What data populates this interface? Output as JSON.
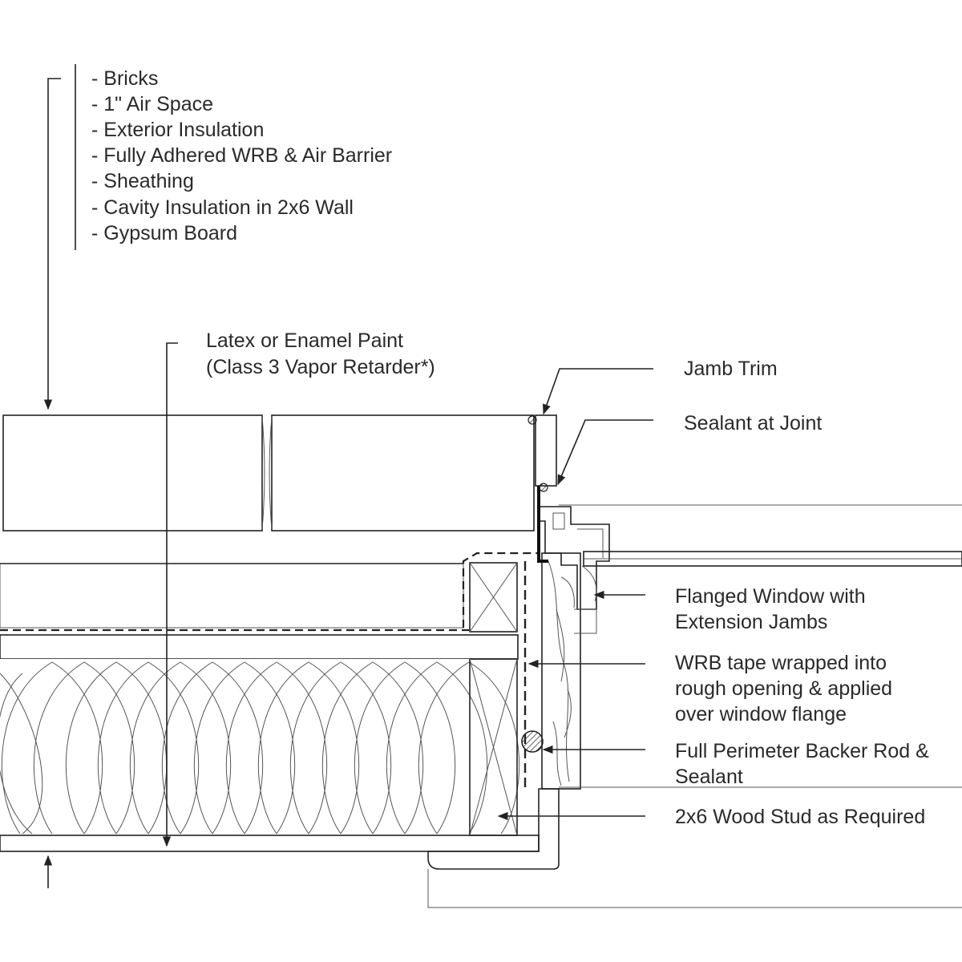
{
  "wall_assembly": {
    "layers": [
      "- Bricks",
      "- 1\" Air Space",
      "- Exterior Insulation",
      "- Fully Adhered WRB & Air Barrier",
      "- Sheathing",
      "- Cavity Insulation in 2x6 Wall",
      "- Gypsum Board"
    ]
  },
  "paint_note": {
    "line1": "Latex or Enamel Paint",
    "line2": "(Class 3 Vapor Retarder*)"
  },
  "callouts": {
    "jamb_trim": "Jamb Trim",
    "sealant_joint": "Sealant at Joint",
    "window_line1": "Flanged Window with",
    "window_line2": "Extension Jambs",
    "wrb_line1": "WRB tape wrapped into",
    "wrb_line2": "rough opening & applied",
    "wrb_line3": "over window flange",
    "backer_line1": "Full Perimeter Backer Rod &",
    "backer_line2": "Sealant",
    "stud": "2x6 Wood Stud as Required"
  },
  "colors": {
    "line": "#222222",
    "hatch": "#8a8a8a",
    "text": "#2a2a2a"
  }
}
